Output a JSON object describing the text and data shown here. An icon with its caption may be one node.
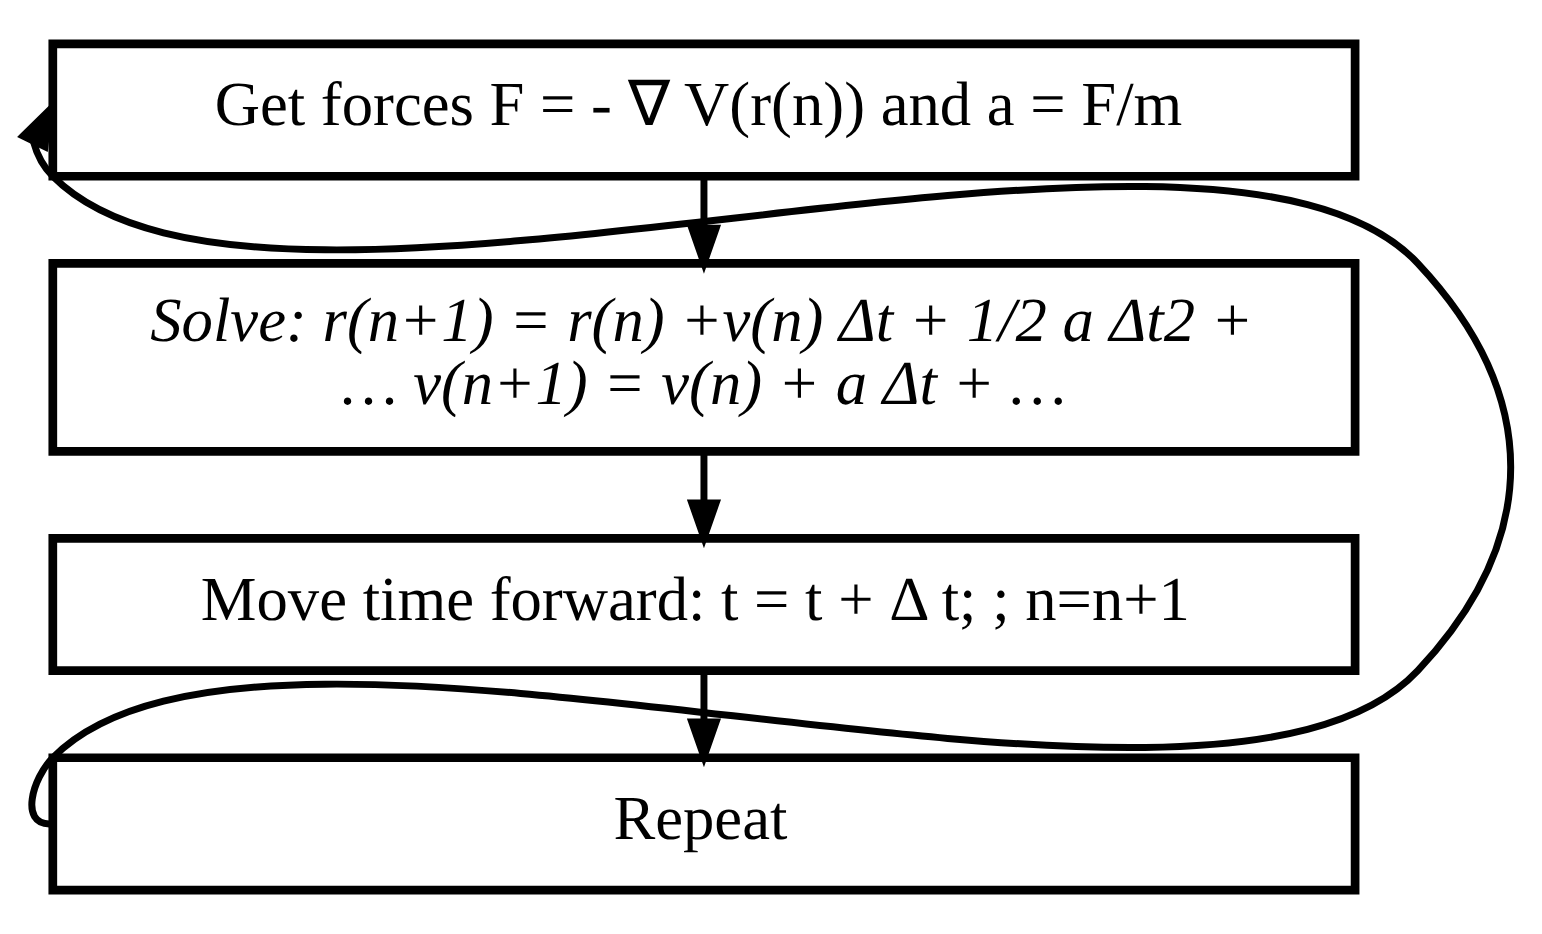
{
  "diagram": {
    "nodes": [
      {
        "text": [
          "Get forces F = - ∇ V(r(n)) and a = F/m"
        ]
      },
      {
        "text": [
          "Solve: r(n+1) = r(n) +v(n) Δt + 1/2 a Δt2 + … v(n+1) = v(n) + a Δt + …"
        ]
      },
      {
        "text": [
          "Move time forward: t = t + Δ t; ; n=n+1"
        ]
      },
      {
        "text": [
          "Repeat"
        ]
      }
    ],
    "edges": [
      {
        "from": 0,
        "to": 1,
        "arrow": "to"
      },
      {
        "from": 1,
        "to": 2,
        "arrow": "to"
      },
      {
        "from": 2,
        "to": 3,
        "arrow": "to"
      },
      {
        "from": 3,
        "to": 0,
        "arrow": "to"
      }
    ]
  }
}
